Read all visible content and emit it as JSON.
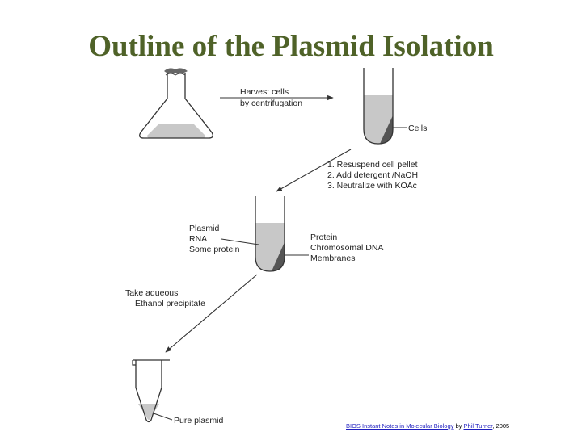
{
  "title": "Outline of the Plasmid Isolation",
  "steps": {
    "harvest": [
      "Harvest cells",
      "by centrifugation"
    ],
    "pellet_label": "Cells",
    "lysis": [
      "1. Resuspend cell pellet",
      "2. Add detergent /NaOH",
      "3. Neutralize with KOAc"
    ],
    "supernatant": [
      "Plasmid",
      "RNA",
      "Some protein"
    ],
    "precipitate": [
      "Protein",
      "Chromosomal DNA",
      "Membranes"
    ],
    "ethanol": [
      "Take aqueous",
      "Ethanol precipitate"
    ],
    "final": "Pure plasmid"
  },
  "citation": {
    "book": "BIOS Instant Notes in Molecular Biology",
    "by": "by",
    "author": "Phil Turner",
    "year": ", 2005"
  },
  "colors": {
    "title": "#4f6228",
    "liquid": "#c8c8c8",
    "pellet": "#555555",
    "line": "#333333",
    "link": "#1f1fbf"
  }
}
